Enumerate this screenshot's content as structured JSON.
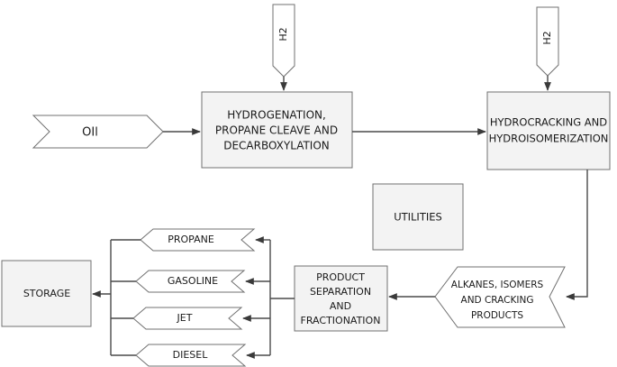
{
  "nodes": {
    "oil": "OIl",
    "h2_top_left": "H2",
    "h2_top_right": "H2",
    "hydrogenation": [
      "HYDROGENATION,",
      "PROPANE CLEAVE AND",
      "DECARBOXYLATION"
    ],
    "hydrocracking": [
      "HYDROCRACKING AND",
      "HYDROISOMERIZATION"
    ],
    "utilities": "UTILITIES",
    "alkanes": [
      "ALKANES, ISOMERS",
      "AND CRACKING",
      "PRODUCTS"
    ],
    "separation": [
      "PRODUCT",
      "SEPARATION",
      "AND",
      "FRACTIONATION"
    ],
    "propane": "PROPANE",
    "gasoline": "GASOLINE",
    "jet": "JET",
    "diesel": "DIESEL",
    "storage": "STORAGE"
  },
  "colors": {
    "box_fill": "#f3f3f3",
    "stroke": "#707070",
    "connector": "#4a4a4a"
  }
}
